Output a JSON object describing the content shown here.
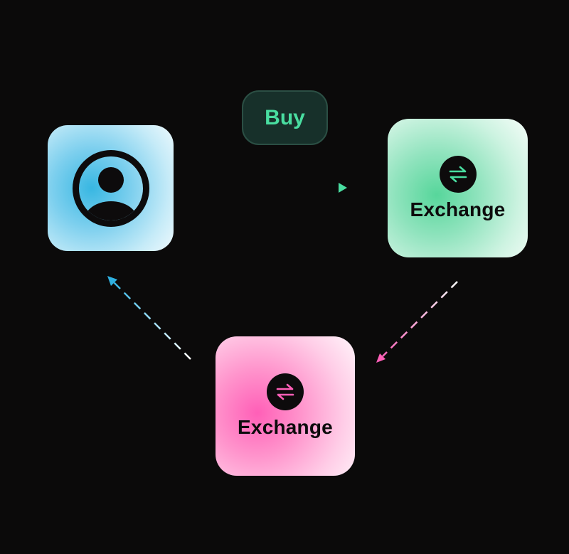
{
  "buy_pill": {
    "label": "Buy"
  },
  "nodes": {
    "user": {
      "icon": "user-avatar-icon"
    },
    "exchange_top": {
      "label": "Exchange",
      "icon": "exchange-arrows-icon"
    },
    "exchange_bottom": {
      "label": "Exchange",
      "icon": "exchange-arrows-icon"
    }
  },
  "colors": {
    "background": "#0b0a0a",
    "green_accent": "#49dda0",
    "pink_accent": "#ff5fb7",
    "blue_accent": "#38b7e2"
  }
}
